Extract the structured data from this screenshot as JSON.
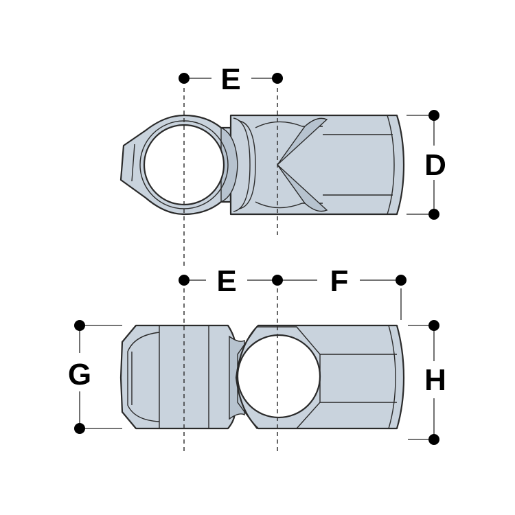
{
  "figure": {
    "description_type": "technical-dimension-drawing",
    "colors": {
      "fitting_fill": "#c9d3dd",
      "fitting_shade": "#b7c3cf",
      "outline": "#2a2a2a",
      "label": "#000000",
      "background": "#ffffff"
    },
    "top_view": {
      "labels": {
        "e": "E",
        "d": "D"
      }
    },
    "bottom_view": {
      "labels": {
        "e": "E",
        "f": "F",
        "g": "G",
        "h": "H"
      }
    }
  }
}
